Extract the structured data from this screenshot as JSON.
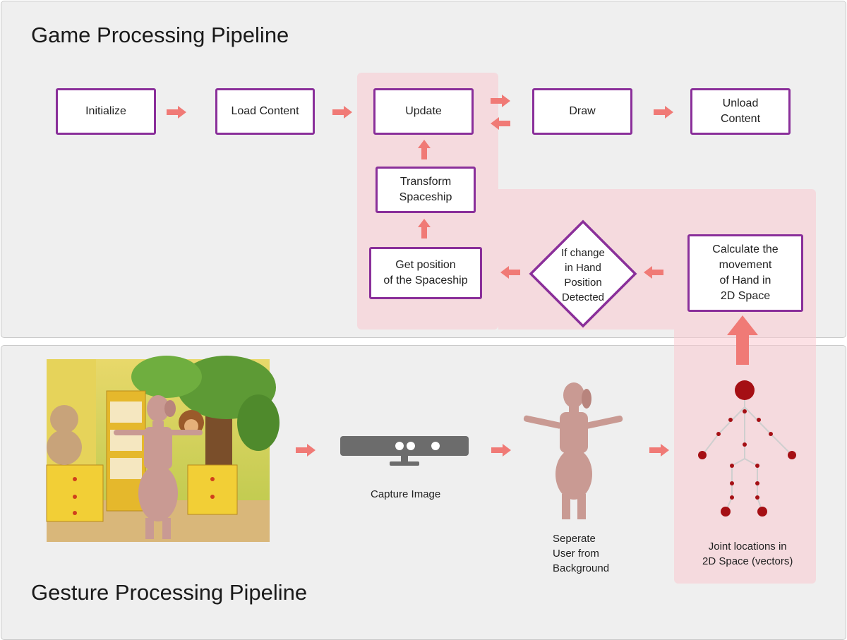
{
  "game_pipeline": {
    "title": "Game Processing Pipeline",
    "steps": {
      "initialize": "Initialize",
      "load_content": "Load Content",
      "update": "Update",
      "draw": "Draw",
      "unload_content": "Unload\nContent",
      "transform_spaceship": "Transform\nSpaceship",
      "get_position": "Get position\nof the Spaceship",
      "decision": "If change\nin Hand\nPosition\nDetected",
      "calculate_movement": "Calculate the\nmovement\nof Hand in\n2D Space"
    }
  },
  "gesture_pipeline": {
    "title": "Gesture Processing Pipeline",
    "captions": {
      "capture_image": "Capture Image",
      "separate_user": "Seperate\nUser from\nBackground",
      "joint_locations": "Joint locations in\n2D Space (vectors)"
    }
  },
  "colors": {
    "box_border": "#8a2f9a",
    "arrow": "#f07a76",
    "highlight": "#f9c8d0",
    "panel": "#efefef"
  }
}
